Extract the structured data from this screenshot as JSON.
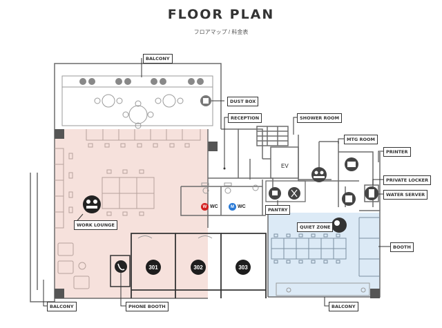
{
  "header": {
    "title": "FLOOR PLAN",
    "subtitle": "フロアマップ / 料金表"
  },
  "labels": {
    "balcony_top": "BALCONY",
    "dust_box": "DUST BOX",
    "reception": "RECEPTION",
    "shower_room": "SHOWER ROOM",
    "mtg_room": "MTG ROOM",
    "printer": "PRINTER",
    "private_locker": "PRIVATE LOCKER",
    "water_server": "WATER SERVER",
    "booth": "BOOTH",
    "quiet_zone": "QUIET ZONE",
    "pantry": "PANTRY",
    "work_lounge": "WORK LOUNGE",
    "phone_booth": "PHONE BOOTH",
    "balcony_bottom_left": "BALCONY",
    "balcony_bottom_right": "BALCONY"
  },
  "rooms": [
    "301",
    "302",
    "303"
  ],
  "wc": {
    "women_letter": "W",
    "men_letter": "M",
    "women_label": "WC",
    "men_label": "WC"
  },
  "ev": "EV",
  "colors": {
    "work_lounge_fill": "#f6e1dc",
    "quiet_zone_fill": "#dceaf6",
    "wall": "#6b6b6b",
    "women_wc": "#d32020",
    "men_wc": "#2a7ad6",
    "pillar": "#555555"
  }
}
